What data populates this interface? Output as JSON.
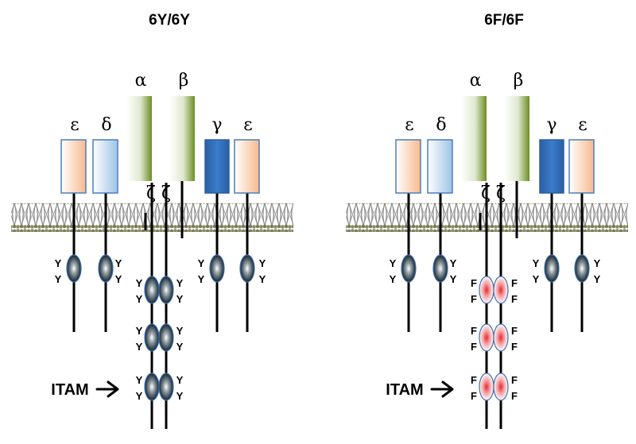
{
  "panels": [
    {
      "title": "6Y/6Y",
      "residue": "Y",
      "zeta_itam_style": "unphosphorylatable-off",
      "chain_labels": {
        "epsilon": "ε",
        "delta": "δ",
        "alpha": "α",
        "beta": "β",
        "gamma": "γ",
        "zeta": "ζ"
      },
      "itam_label": "ITAM"
    },
    {
      "title": "6F/6F",
      "residue": "F",
      "zeta_itam_style": "red-highlight",
      "chain_labels": {
        "epsilon": "ε",
        "delta": "δ",
        "alpha": "α",
        "beta": "β",
        "gamma": "γ",
        "zeta": "ζ"
      },
      "itam_label": "ITAM"
    }
  ],
  "colors": {
    "epsilon_fill": "#f7b98c",
    "delta_fill": "#9dc3e6",
    "alpha_beta_fill": "#6b8e23",
    "gamma_fill": "#2f6db5",
    "box_border": "#4a7ebb",
    "membrane": "#6e6e6e",
    "itam_dark": "#1c2a33",
    "itam_red": "#e8282e"
  }
}
